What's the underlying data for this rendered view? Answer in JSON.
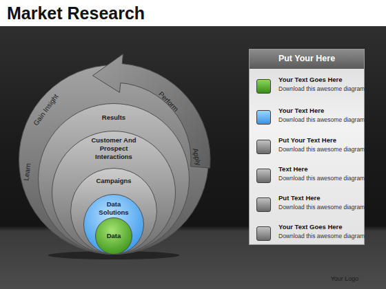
{
  "diagram": {
    "title": "Market Research",
    "nodes": [
      {
        "text": [
          "Gain Insight",
          "Perform",
          "Learn",
          "Apply"
        ]
      },
      {
        "text": [
          "Results"
        ],
        "in": 0
      },
      {
        "text": [
          "Customer And Prospect Interactions"
        ],
        "in": 1
      },
      {
        "text": [
          "Campaigns"
        ],
        "in": 2
      },
      {
        "text": [
          "Data Solutions"
        ],
        "in": 3
      },
      {
        "text": [
          "Data"
        ],
        "in": 4
      },
      {
        "text": [
          "Put Your Here"
        ]
      },
      {
        "text": [
          "Your Text Goes Here",
          "Download this awesome diagram"
        ],
        "in": 6
      },
      {
        "text": [
          "Your Text Here",
          "Download this awesome diagram"
        ],
        "in": 6
      },
      {
        "text": [
          "Put Your Text Here",
          "Download this awesome diagram"
        ],
        "in": 6
      },
      {
        "text": [
          "Text Here",
          "Download this awesome diagram"
        ],
        "in": 6
      },
      {
        "text": [
          "Put Text Here",
          "Download this awesome diagram"
        ],
        "in": 6
      },
      {
        "text": [
          "Your Text Goes Here",
          "Download this awesome diagram"
        ],
        "in": 6
      }
    ],
    "labels": [
      "Your Logo"
    ]
  }
}
